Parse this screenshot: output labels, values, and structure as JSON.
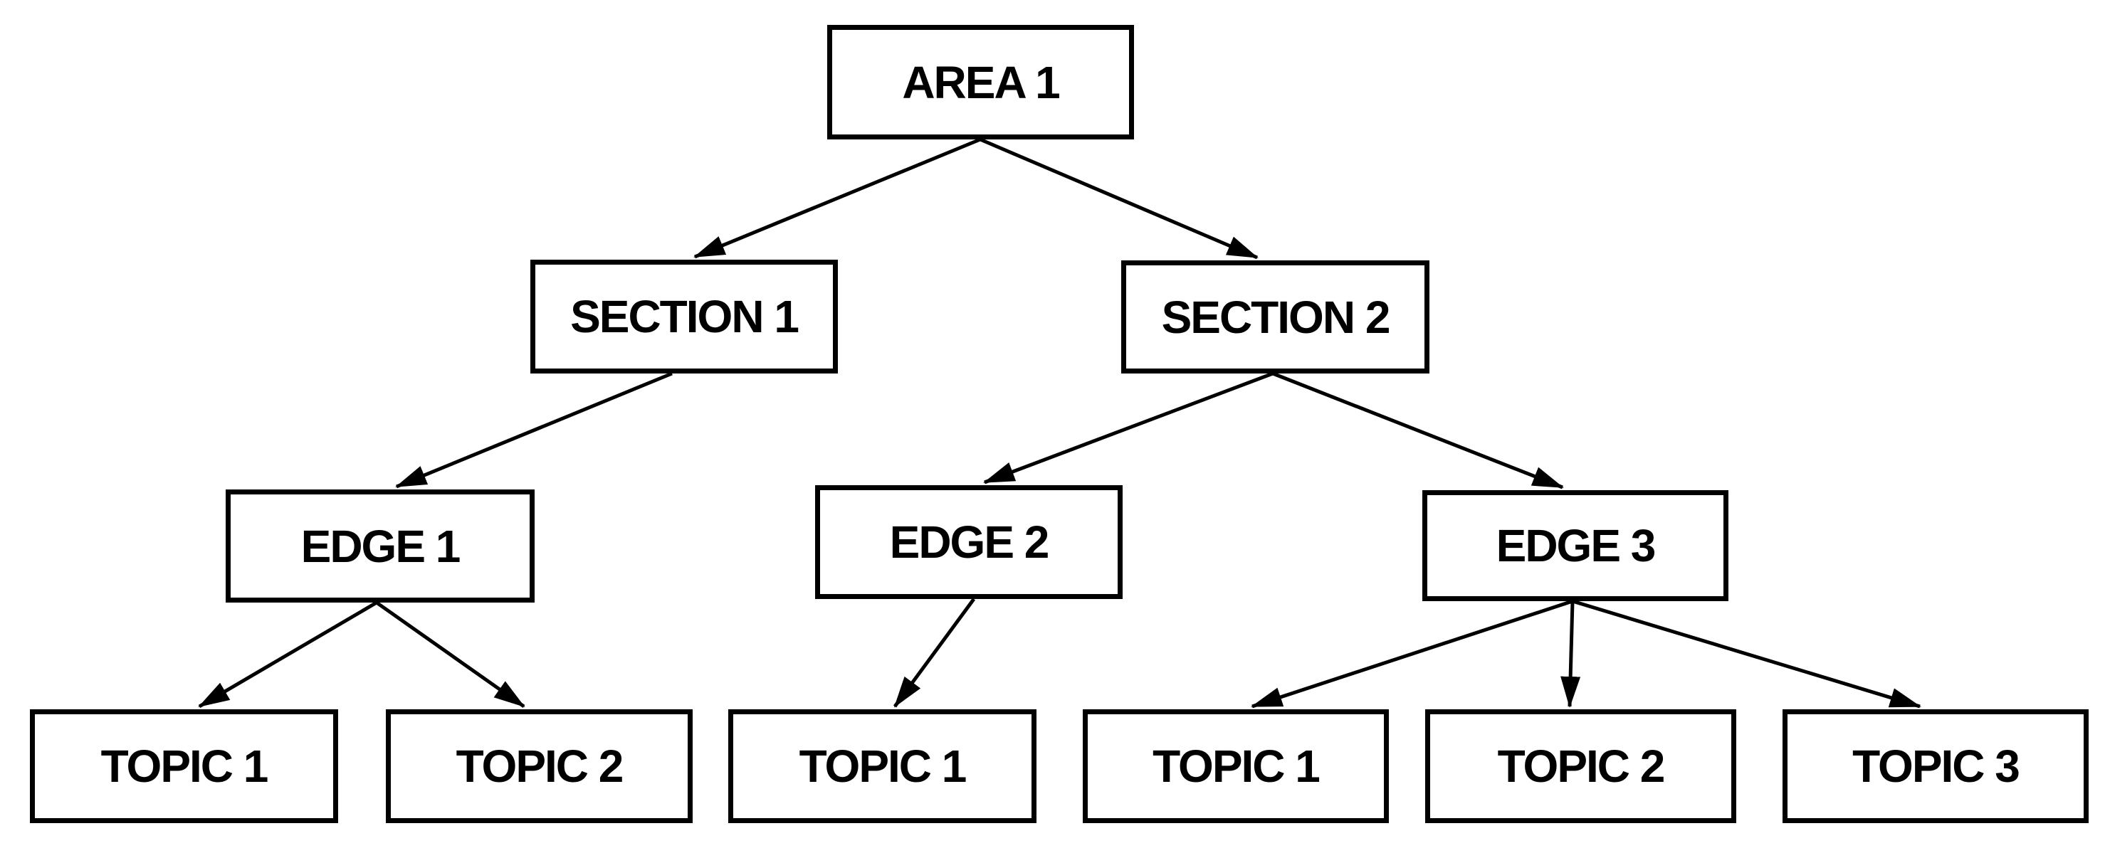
{
  "diagram": {
    "type": "tree",
    "background_color": "#ffffff",
    "box_fill_color": "#ffffff",
    "box_border_color": "#000000",
    "text_color": "#000000",
    "nodes": {
      "area1": {
        "label": "AREA 1"
      },
      "section1": {
        "label": "SECTION 1"
      },
      "section2": {
        "label": "SECTION 2"
      },
      "edge1": {
        "label": "EDGE 1"
      },
      "edge2": {
        "label": "EDGE 2"
      },
      "edge3": {
        "label": "EDGE 3"
      },
      "topic1_under_edge1": {
        "label": "TOPIC 1"
      },
      "topic2_under_edge1": {
        "label": "TOPIC 2"
      },
      "topic1_under_edge2": {
        "label": "TOPIC 1"
      },
      "topic1_under_edge3": {
        "label": "TOPIC 1"
      },
      "topic2_under_edge3": {
        "label": "TOPIC 2"
      },
      "topic3_under_edge3": {
        "label": "TOPIC 3"
      }
    },
    "edges": [
      {
        "from": "area1",
        "to": "section1"
      },
      {
        "from": "area1",
        "to": "section2"
      },
      {
        "from": "section1",
        "to": "edge1"
      },
      {
        "from": "section2",
        "to": "edge2"
      },
      {
        "from": "section2",
        "to": "edge3"
      },
      {
        "from": "edge1",
        "to": "topic1_under_edge1"
      },
      {
        "from": "edge1",
        "to": "topic2_under_edge1"
      },
      {
        "from": "edge2",
        "to": "topic1_under_edge2"
      },
      {
        "from": "edge3",
        "to": "topic1_under_edge3"
      },
      {
        "from": "edge3",
        "to": "topic2_under_edge3"
      },
      {
        "from": "edge3",
        "to": "topic3_under_edge3"
      }
    ]
  }
}
